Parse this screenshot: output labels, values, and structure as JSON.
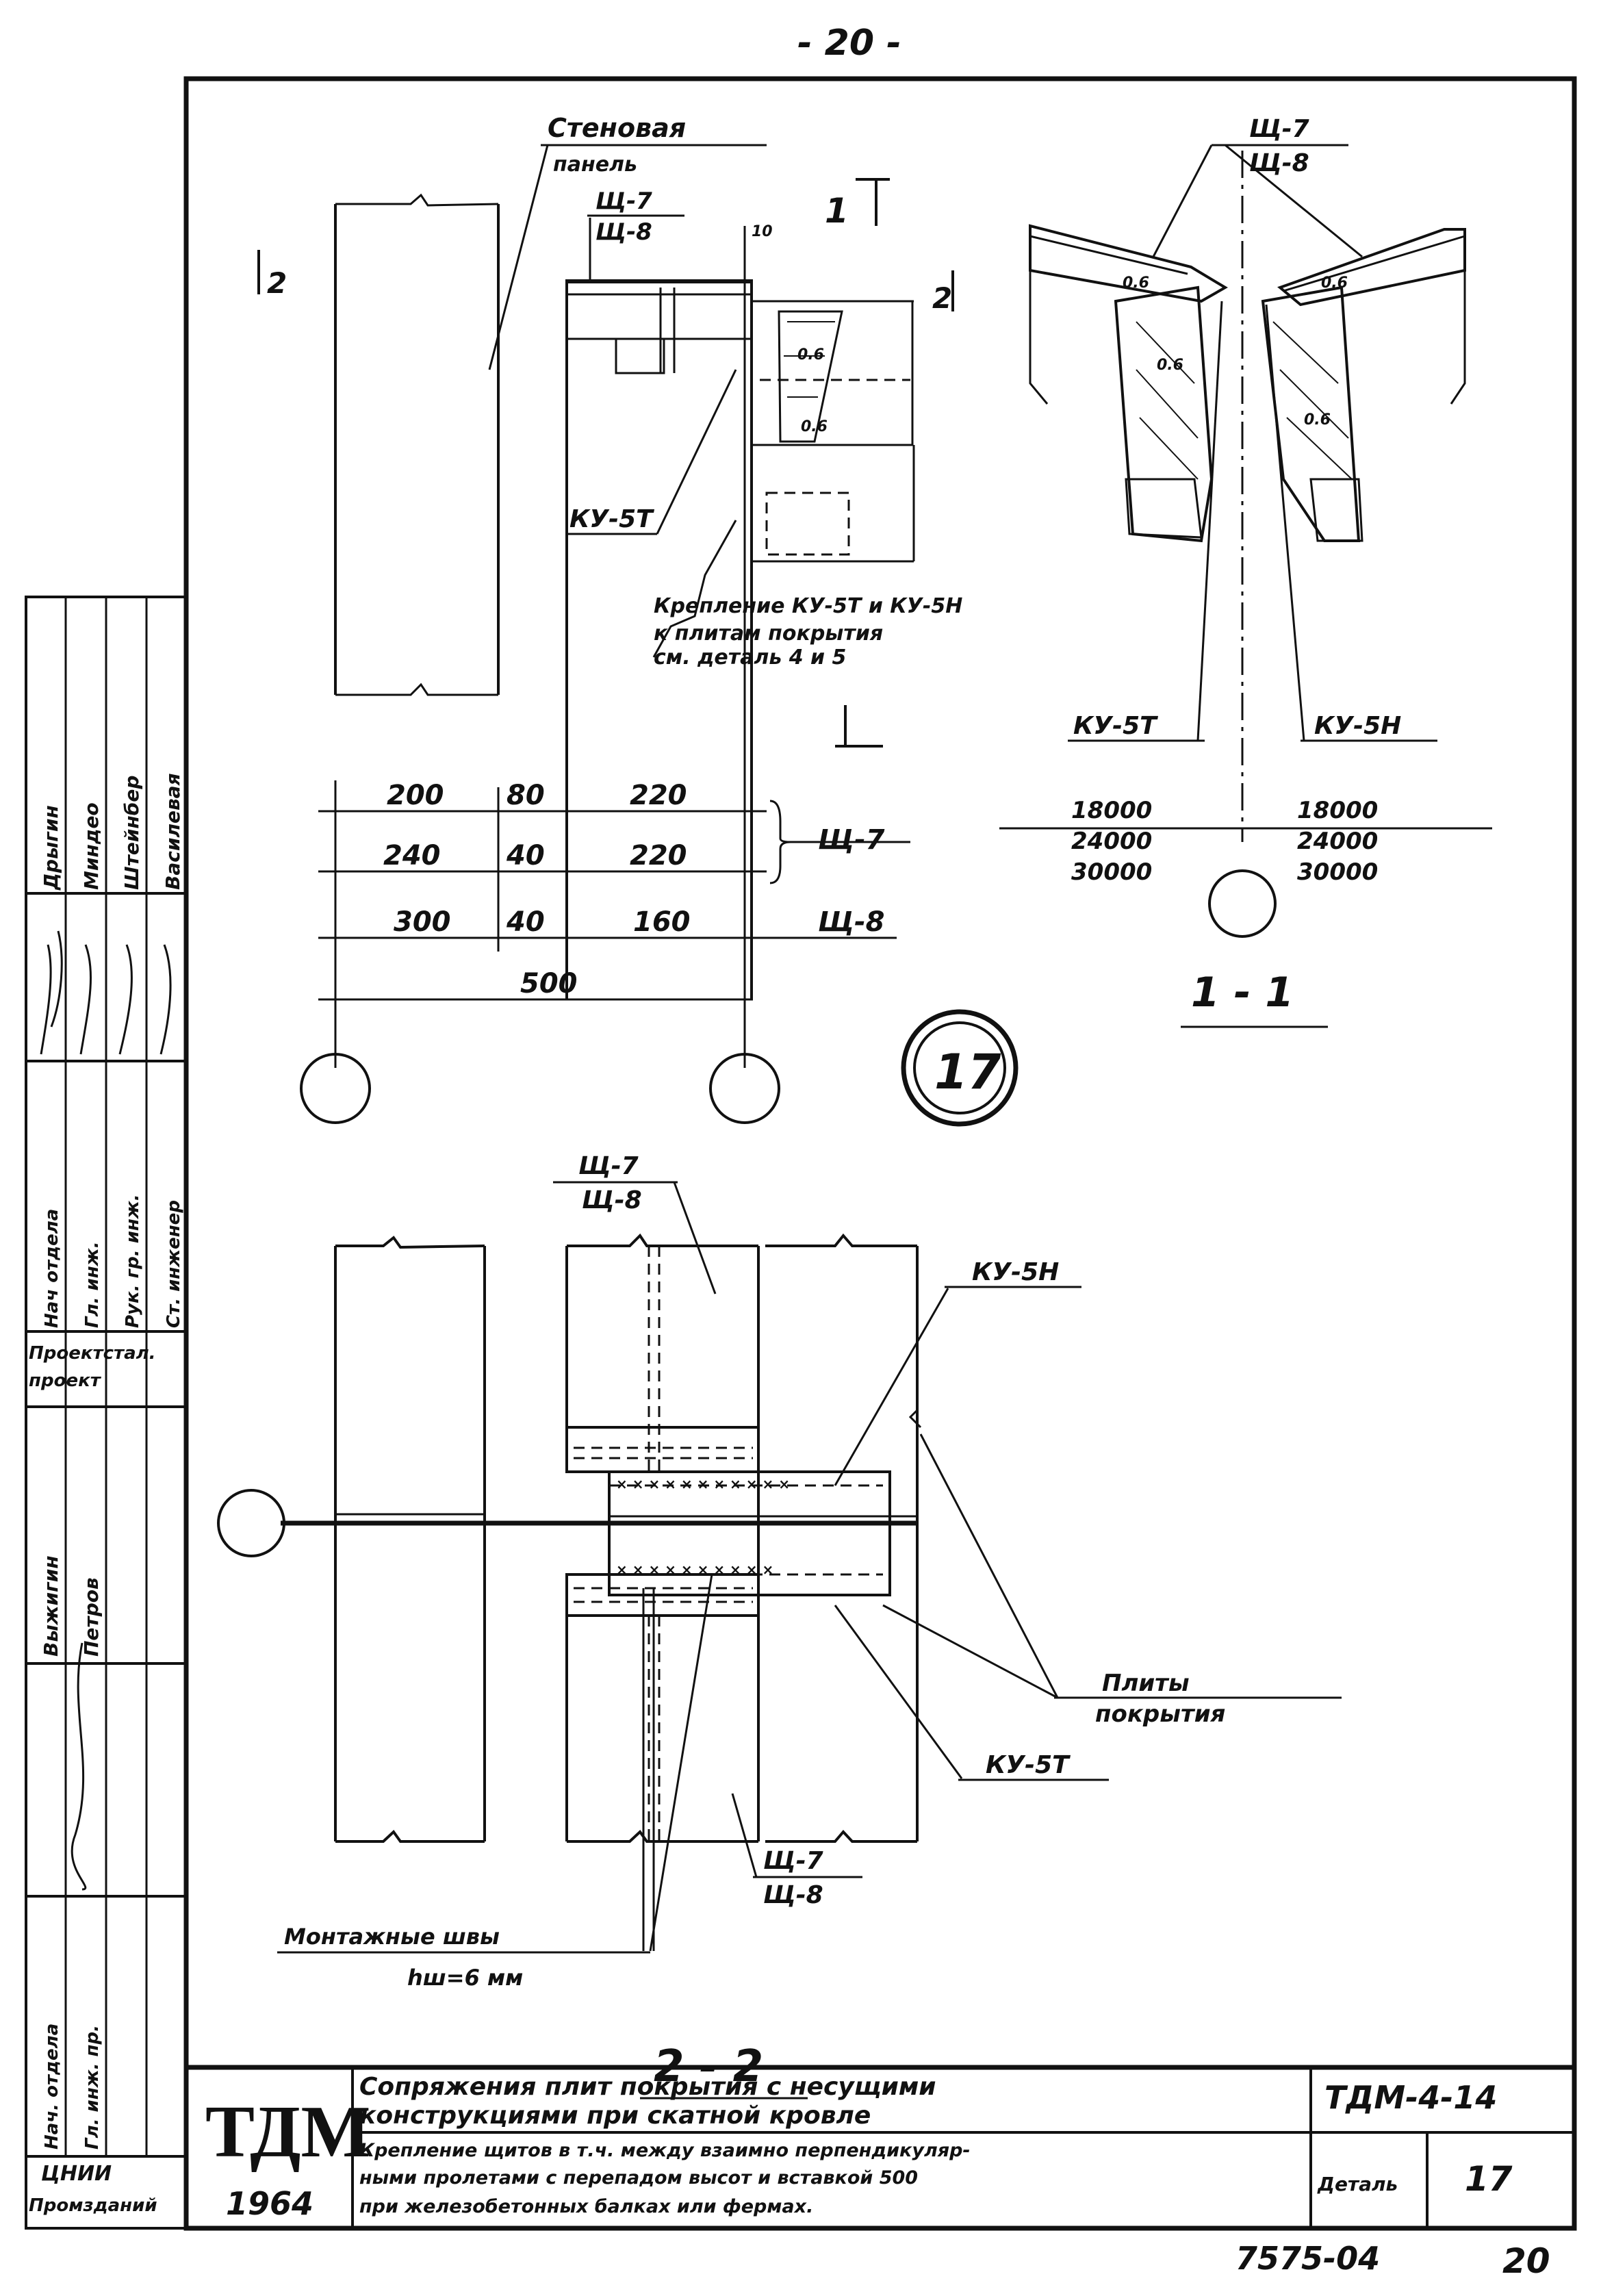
{
  "page_number": "- 20 -",
  "detail_marker": "17",
  "elevation": {
    "wall_panel_label_1": "Стеновая",
    "wall_panel_label_2": "панель",
    "shield_top_1": "Щ-7",
    "shield_top_2": "Щ-8",
    "section_mark_1": "1",
    "section_mark_2": "2",
    "ten": "10",
    "ku5t": "КУ-5Т",
    "fastening_note_1": "Крепление КУ-5Т и КУ-5Н",
    "fastening_note_2": "к плитам покрытия",
    "fastening_note_3": "см. деталь 4 и 5",
    "dims_row1": [
      "200",
      "80",
      "220"
    ],
    "dims_row2": [
      "240",
      "40",
      "220"
    ],
    "dims_row3": [
      "300",
      "40",
      "160"
    ],
    "dim_total": "500",
    "shield_row_7": "Щ-7",
    "shield_row_8": "Щ-8"
  },
  "section_1_1": {
    "top_1": "Щ-7",
    "top_2": "Щ-8",
    "ku5t": "КУ-5Т",
    "ku5n": "КУ-5Н",
    "left_spans": [
      "18000",
      "24000",
      "30000"
    ],
    "right_spans": [
      "18000",
      "24000",
      "30000"
    ],
    "title": "1 - 1"
  },
  "section_2_2": {
    "top_1": "Щ-7",
    "top_2": "Щ-8",
    "ku5n": "КУ-5Н",
    "plates_1": "Плиты",
    "plates_2": "покрытия",
    "ku5t": "КУ-5Т",
    "bottom_1": "Щ-7",
    "bottom_2": "Щ-8",
    "weld_label": "Монтажные швы",
    "weld_size": "hш=6 мм",
    "title": "2 - 2"
  },
  "side_stamp": {
    "rows": [
      {
        "role": "Нач отдела",
        "name": "Дрыгин"
      },
      {
        "role": "Гл. инж.",
        "name": "Миндео"
      },
      {
        "role": "Рук. гр. инж.",
        "name": "Штейнбер"
      },
      {
        "role": "Ст. инженер",
        "name": "Василевая"
      }
    ],
    "org_1": "Проектстал.",
    "org_2": "проект",
    "executor_1": "Выжигин",
    "executor_2": "Петров",
    "lower_roles": [
      "Нач. отдела",
      "Гл. инж. пр."
    ],
    "bottom_1": "ЦНИИ",
    "bottom_2": "Промзданий"
  },
  "title_block": {
    "logo": "ТДМ",
    "year": "1964",
    "title_line_1": "Сопряжения плит покрытия с несущими",
    "title_line_2": "конструкциями при скатной кровле",
    "desc_line_1": "Крепление щитов в т.ч. между взаимно перпендикуляр-",
    "desc_line_2": "ными пролетами с перепадом высот и вставкой 500",
    "desc_line_3": "при железобетонных балках или фермах.",
    "series": "ТДМ-4-14",
    "detail_label": "Деталь",
    "detail_no": "17"
  },
  "footer": {
    "doc_no": "7575-04",
    "sheet": "20"
  }
}
